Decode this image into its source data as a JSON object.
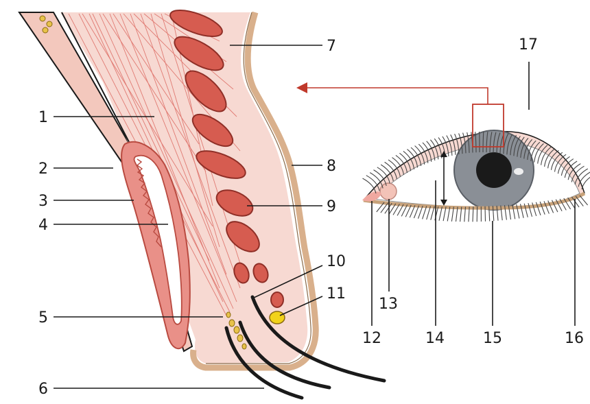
{
  "labels": [
    "1",
    "2",
    "3",
    "4",
    "5",
    "6",
    "7",
    "8",
    "9",
    "10",
    "11",
    "12",
    "13",
    "14",
    "15",
    "16",
    "17"
  ],
  "colors": {
    "skin": "#f7d9d2",
    "skin_edge": "#d9b08c",
    "muscle": "#d65c50",
    "tarsal_border": "#b94a40",
    "gland_yellow": "#f2d21a",
    "iris": "#8a8f96",
    "pupil": "#1a1a1a",
    "arrow": "#c0392b"
  }
}
